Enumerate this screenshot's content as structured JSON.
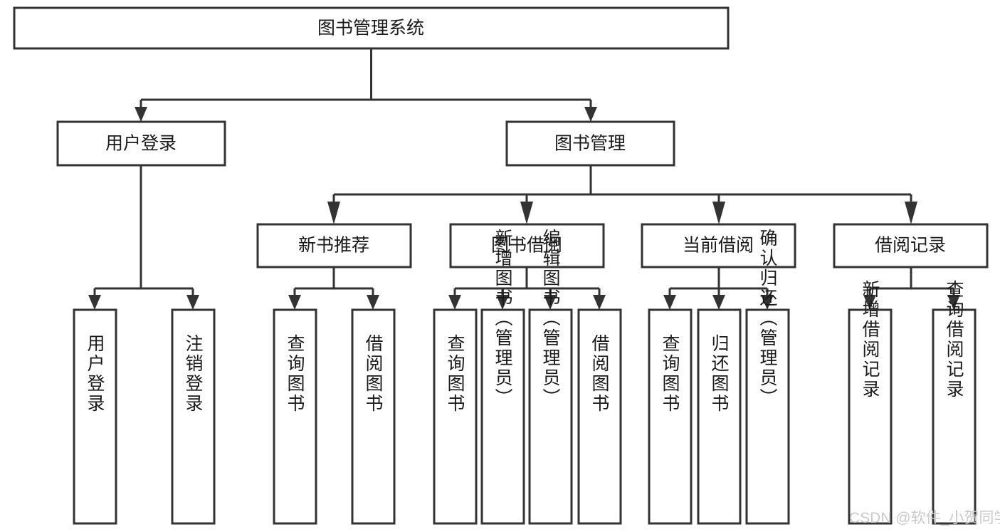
{
  "diagram": {
    "type": "hierarchy-tree",
    "title": "图书管理系统",
    "root": {
      "id": "root",
      "label": "图书管理系统",
      "level": 1,
      "orientation": "horizontal"
    },
    "level2": [
      {
        "id": "user-login",
        "label": "用户登录",
        "orientation": "horizontal"
      },
      {
        "id": "book-manage",
        "label": "图书管理",
        "orientation": "horizontal"
      }
    ],
    "level3": [
      {
        "id": "new-book-rec",
        "label": "新书推荐",
        "parent": "book-manage",
        "orientation": "horizontal"
      },
      {
        "id": "book-borrow",
        "label": "图书借阅",
        "parent": "book-manage",
        "orientation": "horizontal"
      },
      {
        "id": "current-borrow",
        "label": "当前借阅",
        "parent": "book-manage",
        "orientation": "horizontal"
      },
      {
        "id": "borrow-record",
        "label": "借阅记录",
        "parent": "book-manage",
        "orientation": "horizontal"
      }
    ],
    "leaves": [
      {
        "id": "leaf-user-login",
        "label": "用户登录",
        "parent": "user-login",
        "orientation": "vertical"
      },
      {
        "id": "leaf-logout",
        "label": "注销登录",
        "parent": "user-login",
        "orientation": "vertical"
      },
      {
        "id": "leaf-query-book-1",
        "label": "查询图书",
        "parent": "new-book-rec",
        "orientation": "vertical"
      },
      {
        "id": "leaf-borrow-book-1",
        "label": "借阅图书",
        "parent": "new-book-rec",
        "orientation": "vertical"
      },
      {
        "id": "leaf-query-book-2",
        "label": "查询图书",
        "parent": "book-borrow",
        "orientation": "vertical"
      },
      {
        "id": "leaf-add-book",
        "label": "新增图书（管理员）",
        "parent": "book-borrow",
        "orientation": "vertical"
      },
      {
        "id": "leaf-edit-book",
        "label": "编辑图书（管理员）",
        "parent": "book-borrow",
        "orientation": "vertical"
      },
      {
        "id": "leaf-borrow-book-2",
        "label": "借阅图书",
        "parent": "book-borrow",
        "orientation": "vertical"
      },
      {
        "id": "leaf-query-book-3",
        "label": "查询图书",
        "parent": "current-borrow",
        "orientation": "vertical"
      },
      {
        "id": "leaf-return-book",
        "label": "归还图书",
        "parent": "current-borrow",
        "orientation": "vertical"
      },
      {
        "id": "leaf-confirm-return",
        "label": "确认归还（管理员）",
        "parent": "current-borrow",
        "orientation": "vertical"
      },
      {
        "id": "leaf-add-record",
        "label": "新增借阅记录",
        "parent": "borrow-record",
        "orientation": "vertical"
      },
      {
        "id": "leaf-query-record",
        "label": "查询借阅记录",
        "parent": "borrow-record",
        "orientation": "vertical"
      }
    ],
    "colors": {
      "stroke": "#333333",
      "fill": "#ffffff",
      "text": "#1a1a1a",
      "watermark": "#c9c9c9",
      "background": "#ffffff"
    }
  },
  "watermark": {
    "text": "CSDN @软件_小贺同学"
  }
}
